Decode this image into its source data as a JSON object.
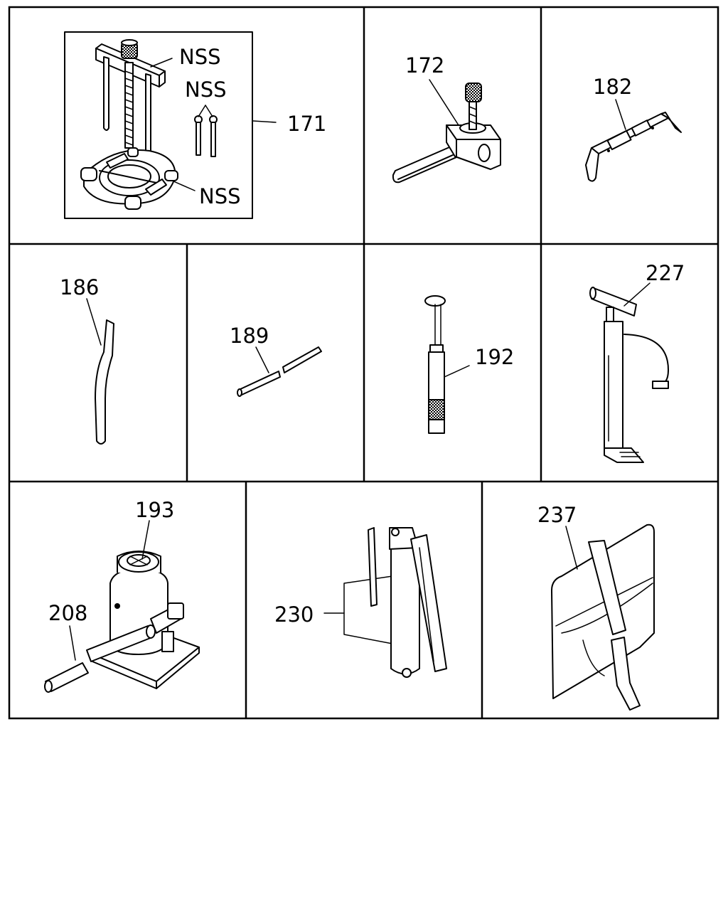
{
  "callouts": {
    "c171": "171",
    "c171_nss_top": "NSS",
    "c171_nss_mid": "NSS",
    "c171_nss_bottom": "NSS",
    "c172": "172",
    "c182": "182",
    "c186": "186",
    "c189": "189",
    "c192": "192",
    "c227": "227",
    "c193": "193",
    "c208": "208",
    "c230": "230",
    "c237": "237"
  }
}
